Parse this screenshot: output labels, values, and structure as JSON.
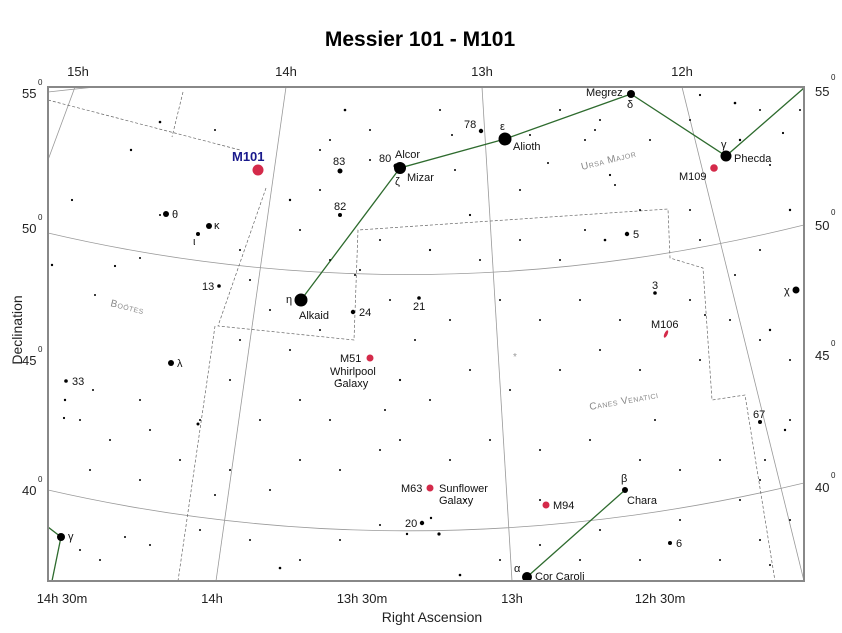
{
  "title": "Messier 101 - M101",
  "axes": {
    "xlabel": "Right Ascension",
    "ylabel": "Declination",
    "top_ra_ticks": [
      "15h",
      "14h",
      "13h",
      "12h"
    ],
    "bottom_ra_ticks": [
      "14h 30m",
      "14h",
      "13h 30m",
      "13h",
      "12h 30m"
    ],
    "dec_ticks": [
      "55",
      "50",
      "45",
      "40"
    ],
    "degree_symbol": "0"
  },
  "chart_data": {
    "type": "scatter",
    "title": "Messier 101 - M101",
    "xlabel": "Right Ascension",
    "ylabel": "Declination",
    "constellations": [
      "Ursa Major",
      "Boötes",
      "Canes Venatici"
    ],
    "deep_sky_objects": [
      {
        "id": "M101",
        "name": "",
        "ra": "14h 03m",
        "dec": 54.3
      },
      {
        "id": "M109",
        "name": "",
        "ra": "11h 58m",
        "dec": 53.4
      },
      {
        "id": "M106",
        "name": "",
        "ra": "12h 19m",
        "dec": 47.3
      },
      {
        "id": "M51",
        "name": "Whirlpool Galaxy",
        "ra": "13h 30m",
        "dec": 47.2
      },
      {
        "id": "M63",
        "name": "Sunflower Galaxy",
        "ra": "13h 16m",
        "dec": 42.0
      },
      {
        "id": "M94",
        "name": "",
        "ra": "12h 51m",
        "dec": 41.1
      }
    ],
    "named_stars": [
      {
        "greek": "ε",
        "name": "Alioth"
      },
      {
        "greek": "ζ",
        "name": "Mizar"
      },
      {
        "greek": "",
        "name": "Alcor"
      },
      {
        "greek": "η",
        "name": "Alkaid"
      },
      {
        "greek": "δ",
        "name": "Megrez"
      },
      {
        "greek": "γ",
        "name": "Phecda"
      },
      {
        "greek": "α",
        "name": "Cor Caroli"
      },
      {
        "greek": "β",
        "name": "Chara"
      }
    ],
    "other_star_labels": [
      "78",
      "80",
      "83",
      "82",
      "θ",
      "κ",
      "ι",
      "13",
      "24",
      "21",
      "5",
      "3",
      "χ",
      "λ",
      "33",
      "67",
      "20",
      "6",
      "γ"
    ]
  },
  "labels": {
    "ursa_major": "Ursa Major",
    "bootes": "Boötes",
    "canes_venatici": "Canes Venatici",
    "m101": "M101",
    "m109": "M109",
    "m106": "M106",
    "m51": "M51",
    "m51_name1": "Whirlpool",
    "m51_name2": "Galaxy",
    "m63": "M63",
    "m63_name1": "Sunflower",
    "m63_name2": "Galaxy",
    "m94": "M94",
    "alioth": "Alioth",
    "epsilon": "ε",
    "mizar": "Mizar",
    "zeta": "ζ",
    "alcor": "Alcor",
    "alkaid": "Alkaid",
    "eta": "η",
    "megrez": "Megrez",
    "delta": "δ",
    "phecda": "Phecda",
    "gamma": "γ",
    "cor_caroli": "Cor Caroli",
    "alpha": "α",
    "chara": "Chara",
    "beta": "β",
    "s78": "78",
    "s80": "80",
    "s83": "83",
    "s82": "82",
    "theta": "θ",
    "kappa": "κ",
    "iota": "ι",
    "s13": "13",
    "s24": "24",
    "s21": "21",
    "s5": "5",
    "s3": "3",
    "chi": "χ",
    "lambda": "λ",
    "s33": "33",
    "s67": "67",
    "s20": "20",
    "s6": "6",
    "gamma2": "γ"
  },
  "colors": {
    "frame": "#888888",
    "grid": "#999999",
    "boundary": "#666666",
    "asterism": "#2e6b2e",
    "dso": "#d42a4a",
    "highlight": "#1a1a8c",
    "star": "#000000"
  }
}
